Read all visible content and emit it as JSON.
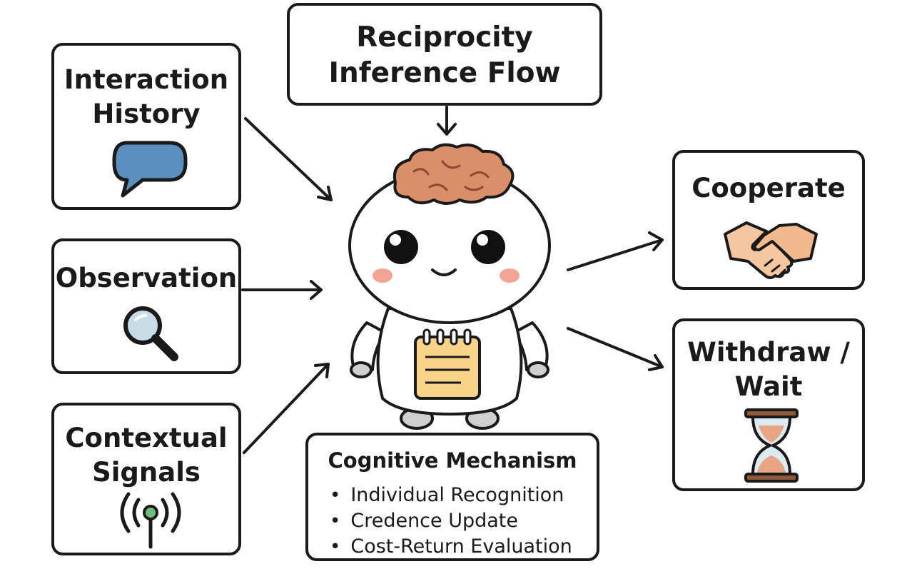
{
  "title": {
    "line1": "Reciprocity",
    "line2": "Inference Flow"
  },
  "inputs": [
    {
      "line1": "Interaction",
      "line2": "History",
      "icon": "speech-bubble-icon"
    },
    {
      "line1": "Observation",
      "icon": "magnifying-glass-icon"
    },
    {
      "line1": "Contextual",
      "line2": "Signals",
      "icon": "signal-antenna-icon"
    }
  ],
  "outputs": [
    {
      "line1": "Cooperate",
      "icon": "handshake-icon"
    },
    {
      "line1": "Withdraw /",
      "line2": "Wait",
      "icon": "hourglass-icon"
    }
  ],
  "mechanism": {
    "title": "Cognitive Mechanism",
    "items": [
      "Individual Recognition",
      "Credence Update",
      "Cost-Return Evaluation"
    ]
  },
  "colors": {
    "stroke": "#1a1a1a",
    "bubble": "#5b8fc0",
    "brain": "#d9906a",
    "cheeks": "#f2a594",
    "notepad": "#f7d48a",
    "hand": "#f6c6a0",
    "sand": "#e8a583",
    "antenna": "#6fbf7c"
  }
}
